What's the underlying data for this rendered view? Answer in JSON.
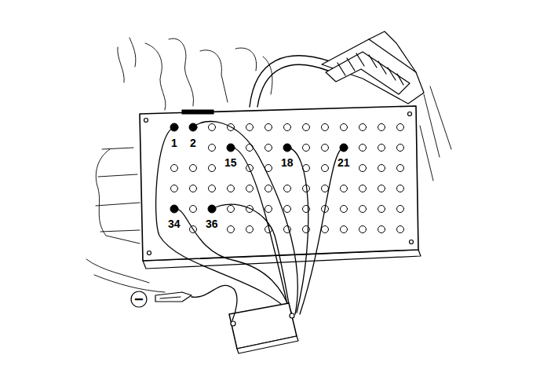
{
  "diagram": {
    "labels": [
      "1",
      "2",
      "15",
      "18",
      "21",
      "34",
      "36",
      "−"
    ]
  }
}
